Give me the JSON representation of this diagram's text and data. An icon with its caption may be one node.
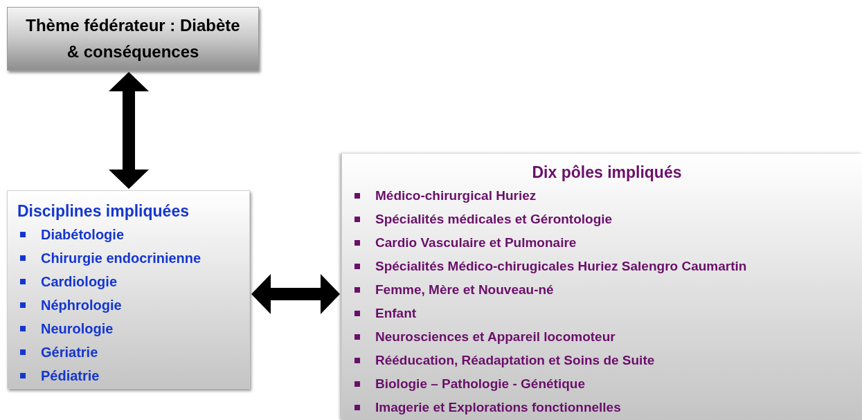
{
  "diagram": {
    "nodes": [
      {
        "text": [
          "Thème fédérateur : Diabète & conséquences"
        ]
      },
      {
        "text": [
          "Disciplines impliquées",
          "Diabétologie",
          "Chirurgie endocrinienne",
          "Cardiologie",
          "Néphrologie",
          "Neurologie",
          "Gériatrie",
          "Pédiatrie"
        ]
      },
      {
        "text": [
          "Dix pôles impliqués",
          "Médico-chirurgical Huriez",
          "Spécialités médicales et Gérontologie",
          "Cardio Vasculaire et Pulmonaire",
          "Spécialités Médico-chirugicales Huriez Salengro Caumartin",
          "Femme, Mère et Nouveau-né",
          "Enfant",
          "Neurosciences et Appareil locomoteur",
          "Rééducation, Réadaptation et Soins de Suite",
          "Biologie – Pathologie - Génétique",
          "Imagerie et Explorations fonctionnelles"
        ]
      }
    ],
    "edges": [
      {
        "from": 0,
        "to": 1,
        "arrow": "both"
      },
      {
        "from": 1,
        "to": 2,
        "arrow": "both"
      }
    ]
  }
}
